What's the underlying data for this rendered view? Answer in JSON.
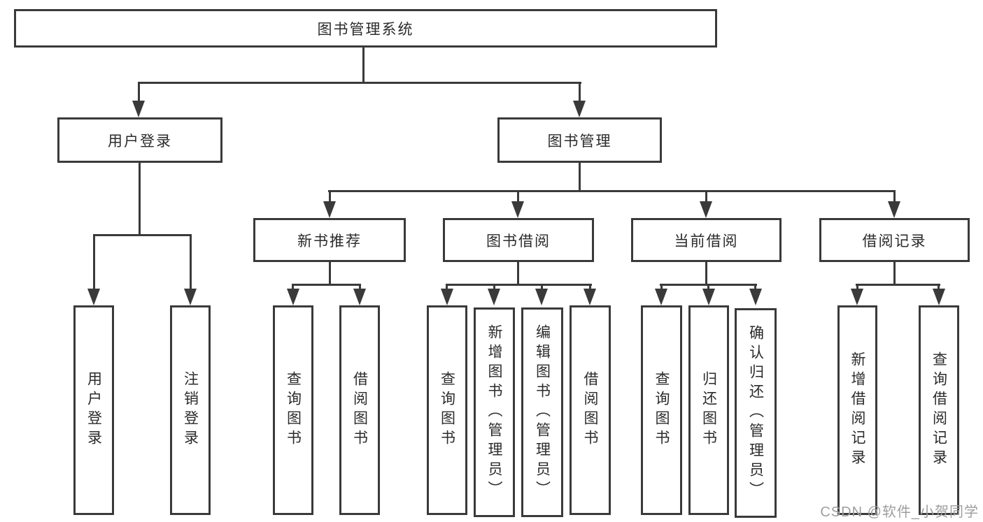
{
  "colors": {
    "line": "#3a3a3a",
    "text": "#2b2b2b",
    "watermark": "#9e9e9e",
    "bg": "#ffffff"
  },
  "tree": {
    "root": "图书管理系统",
    "children": [
      {
        "label": "用户登录",
        "children": [
          {
            "label": "用户登录"
          },
          {
            "label": "注销登录"
          }
        ]
      },
      {
        "label": "图书管理",
        "children": [
          {
            "label": "新书推荐",
            "children": [
              {
                "label": "查询图书"
              },
              {
                "label": "借阅图书"
              }
            ]
          },
          {
            "label": "图书借阅",
            "children": [
              {
                "label": "查询图书"
              },
              {
                "label": "新增图书（管理员）"
              },
              {
                "label": "编辑图书（管理员）"
              },
              {
                "label": "借阅图书"
              }
            ]
          },
          {
            "label": "当前借阅",
            "children": [
              {
                "label": "查询图书"
              },
              {
                "label": "归还图书"
              },
              {
                "label": "确认归还（管理员）"
              }
            ]
          },
          {
            "label": "借阅记录",
            "children": [
              {
                "label": "新增借阅记录"
              },
              {
                "label": "查询借阅记录"
              }
            ]
          }
        ]
      }
    ]
  },
  "watermark": {
    "text": "CSDN @软件_小贺同学"
  }
}
